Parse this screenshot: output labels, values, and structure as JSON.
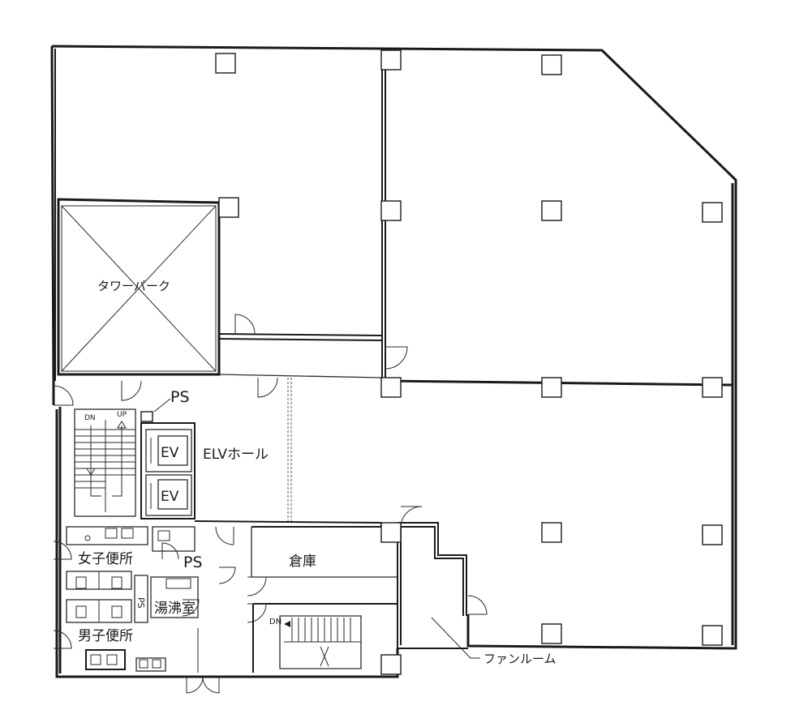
{
  "labels": {
    "tower_park": "タワーパーク",
    "ps_top": "PS",
    "ps_mid": "PS",
    "ps_vertical": "PS",
    "elv_hall": "ELVホール",
    "ev1": "EV",
    "ev2": "EV",
    "stair_dn": "DN",
    "stair_up": "UP",
    "womens_toilet": "女子便所",
    "mens_toilet": "男子便所",
    "kitchenette": "湯沸室",
    "storage": "倉庫",
    "stair2_dn": "DN",
    "fan_room": "ファンルーム"
  }
}
